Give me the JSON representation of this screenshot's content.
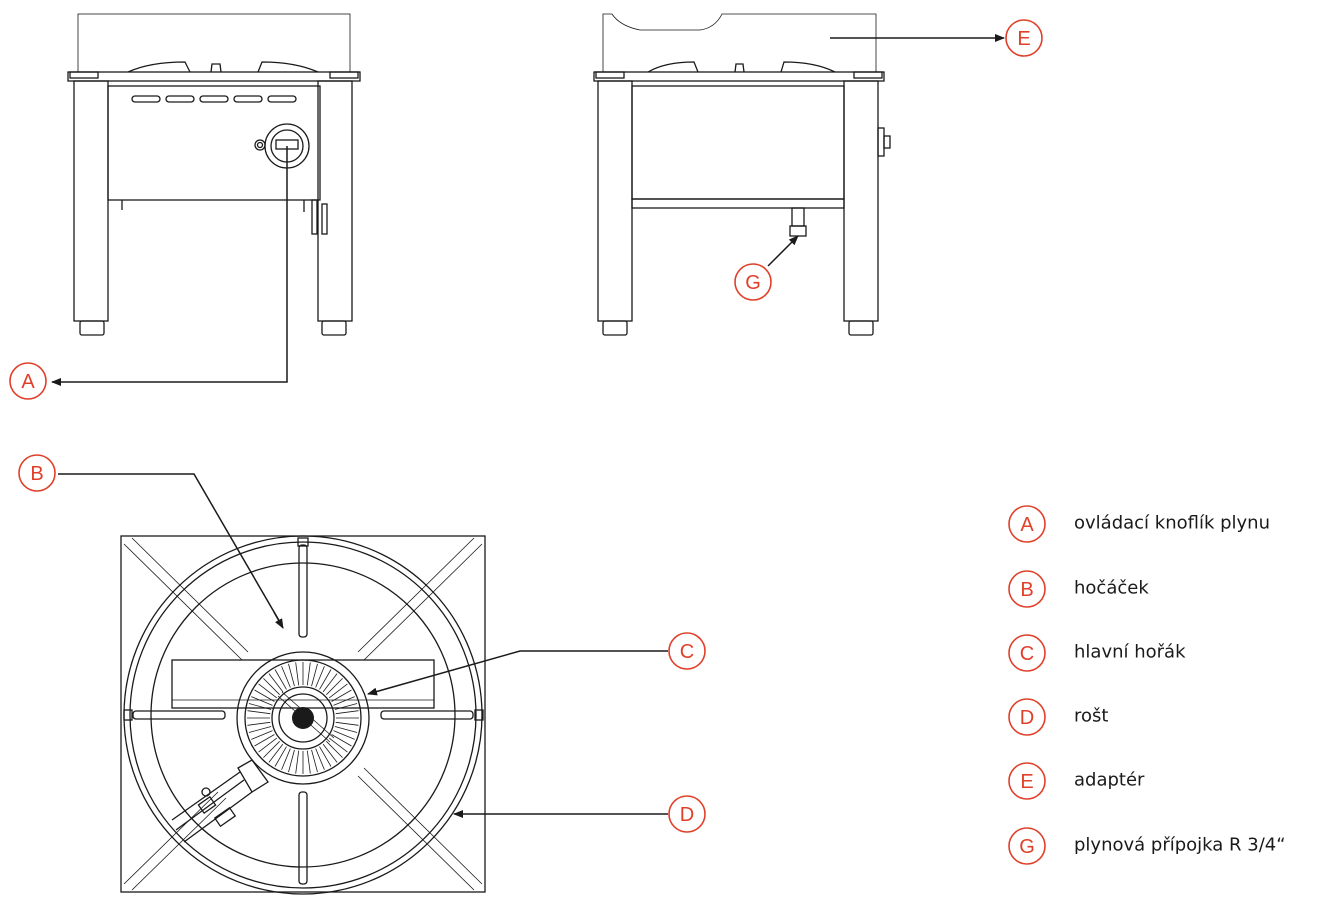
{
  "callouts": {
    "A": "A",
    "B": "B",
    "C": "C",
    "D": "D",
    "E": "E",
    "G": "G"
  },
  "legend": [
    {
      "letter": "A",
      "text": "ovládací knoflík plynu"
    },
    {
      "letter": "B",
      "text": "hočáček"
    },
    {
      "letter": "C",
      "text": "hlavní hořák"
    },
    {
      "letter": "D",
      "text": "rošt"
    },
    {
      "letter": "E",
      "text": "adaptér"
    },
    {
      "letter": "G",
      "text": "plynová přípojka R 3/4“"
    }
  ],
  "colors": {
    "callout": "#e0402a",
    "line": "#1a1a1a"
  }
}
